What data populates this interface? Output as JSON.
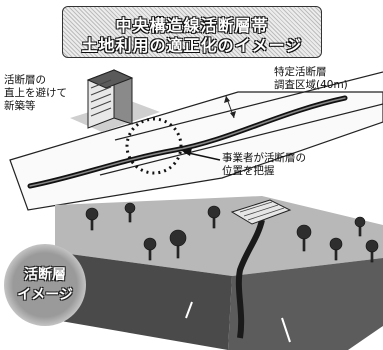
{
  "title": {
    "line1": "中央構造線活断層帯",
    "line2": "土地利用の適正化のイメージ"
  },
  "labels": {
    "avoid": [
      "活断層の",
      "直上を避けて",
      "新築等"
    ],
    "survey": [
      "特定活断層",
      "調査区域(40m)"
    ],
    "locate": [
      "事業者が活断層の",
      "位置を把握"
    ]
  },
  "badge": {
    "line1": "活断層",
    "line2": "イメージ"
  }
}
